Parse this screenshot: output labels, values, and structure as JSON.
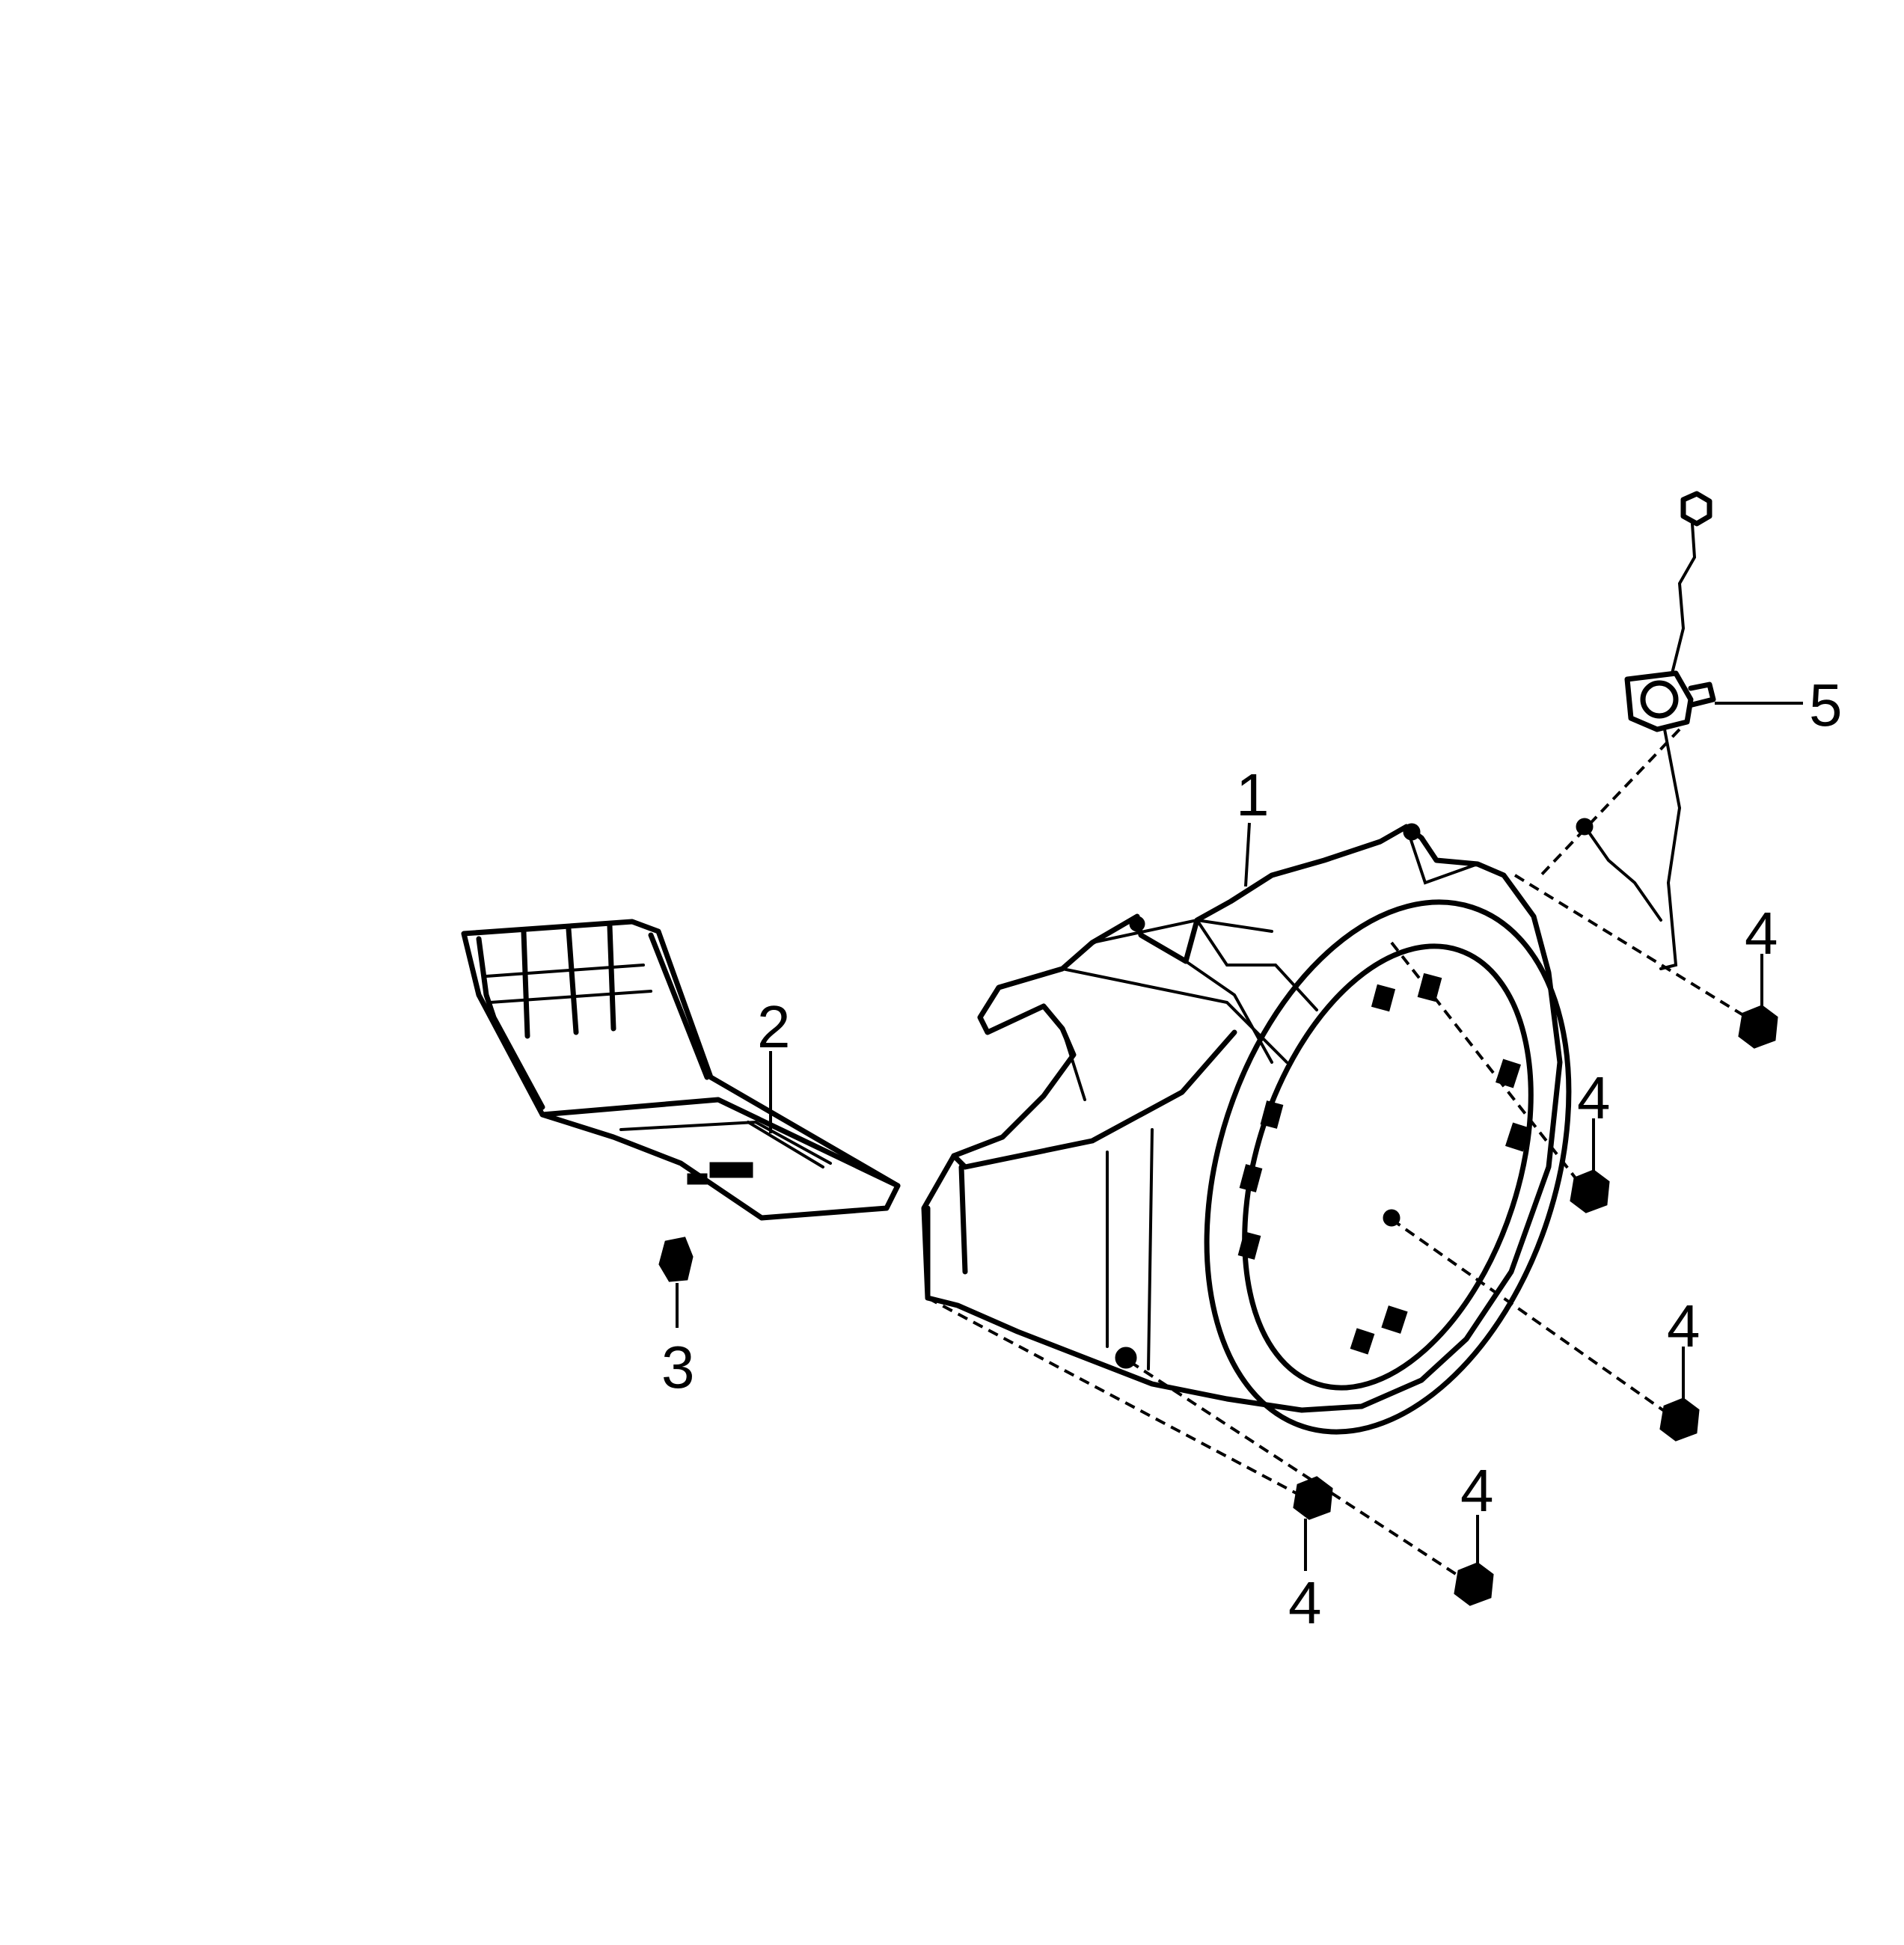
{
  "diagram": {
    "callouts": [
      {
        "id": "c1",
        "text": "1"
      },
      {
        "id": "c2",
        "text": "2"
      },
      {
        "id": "c3",
        "text": "3"
      },
      {
        "id": "c4a",
        "text": "4"
      },
      {
        "id": "c4b",
        "text": "4"
      },
      {
        "id": "c4c",
        "text": "4"
      },
      {
        "id": "c4d",
        "text": "4"
      },
      {
        "id": "c4e",
        "text": "4"
      },
      {
        "id": "c5",
        "text": "5"
      }
    ]
  }
}
